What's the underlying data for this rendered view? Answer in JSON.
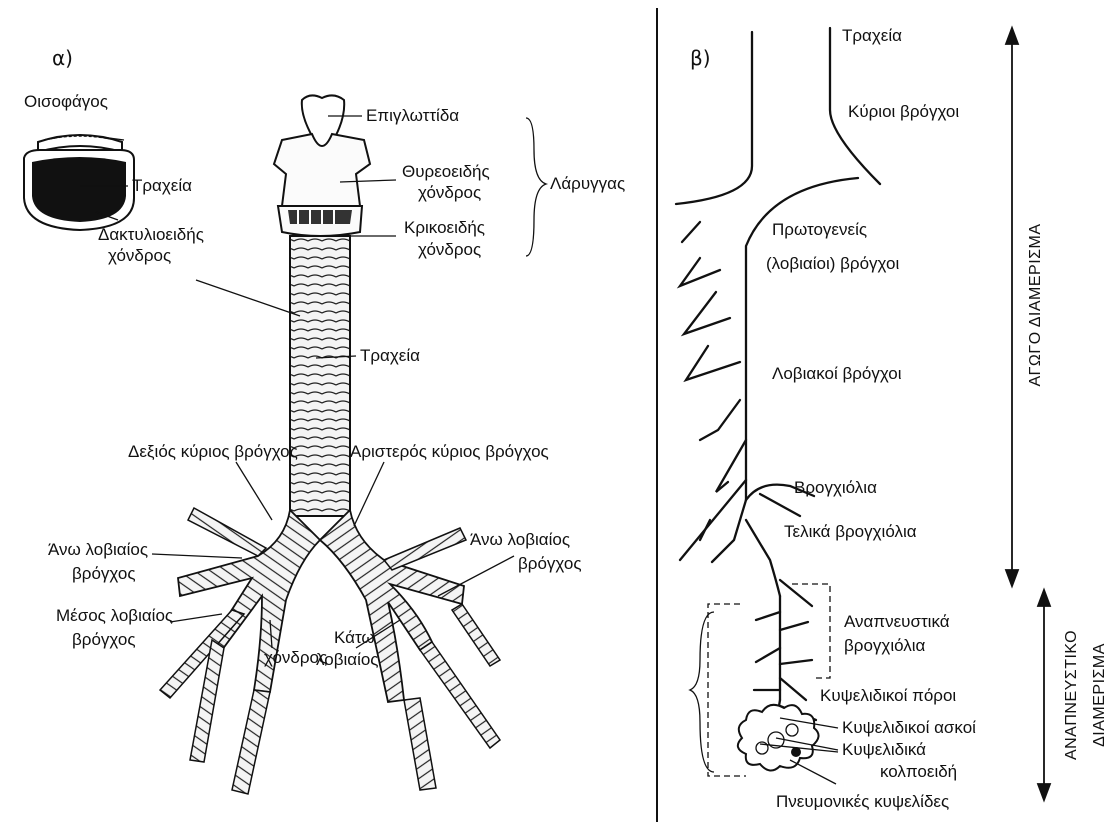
{
  "panel_a": {
    "letter": "α)",
    "labels": {
      "esophagus": "Οισοφάγος",
      "trachea_cross": "Τραχεία",
      "ring_cartilage_1": "Δακτυλιοειδής",
      "ring_cartilage_2": "χόνδρος",
      "epiglottis": "Επιγλωττίδα",
      "thyroid_1": "Θυρεοειδής",
      "thyroid_2": "χόνδρος",
      "larynx": "Λάρυγγας",
      "cricoid_1": "Κρικοειδής",
      "cricoid_2": "χόνδρος",
      "trachea": "Τραχεία",
      "right_main": "Δεξιός κύριος βρόγχος",
      "left_main": "Αριστερός κύριος βρόγχος",
      "right_upper_1": "Άνω λοβιαίος",
      "right_upper_2": "βρόγχος",
      "left_upper_1": "Άνω λοβιαίος",
      "left_upper_2": "βρόγχος",
      "middle_1": "Μέσος λοβιαίος",
      "middle_2": "βρόγχος",
      "lower_1": "Κάτω",
      "lower_2": "λοβιαίος",
      "cartilage": "χόνδρος"
    }
  },
  "panel_b": {
    "letter": "β)",
    "labels": {
      "trachea": "Τραχεία",
      "main_bronchi": "Κύριοι βρόγχοι",
      "primary_1": "Πρωτογενείς",
      "primary_2": "(λοβιαίοι) βρόγχοι",
      "lobar": "Λοβιακοί βρόγχοι",
      "bronchioles": "Βρογχιόλια",
      "terminal": "Τελικά βρογχιόλια",
      "resp_1": "Αναπνευστικά",
      "resp_2": "βρογχιόλια",
      "alv_ducts": "Κυψελιδικοί πόροι",
      "alv_sacs": "Κυψελιδικοί ασκοί",
      "alv_pouch_1": "Κυψελιδικά",
      "alv_pouch_2": "κολποειδή",
      "alveoli": "Πνευμονικές κυψελίδες"
    },
    "zones": {
      "conducting": "ΑΓΩΓΟ ΔΙΑΜΕΡΙΣΜΑ",
      "respiratory_1": "ΑΝΑΠΝΕΥΣΤΙΚΟ",
      "respiratory_2": "ΔΙΑΜΕΡΙΣΜΑ"
    }
  }
}
